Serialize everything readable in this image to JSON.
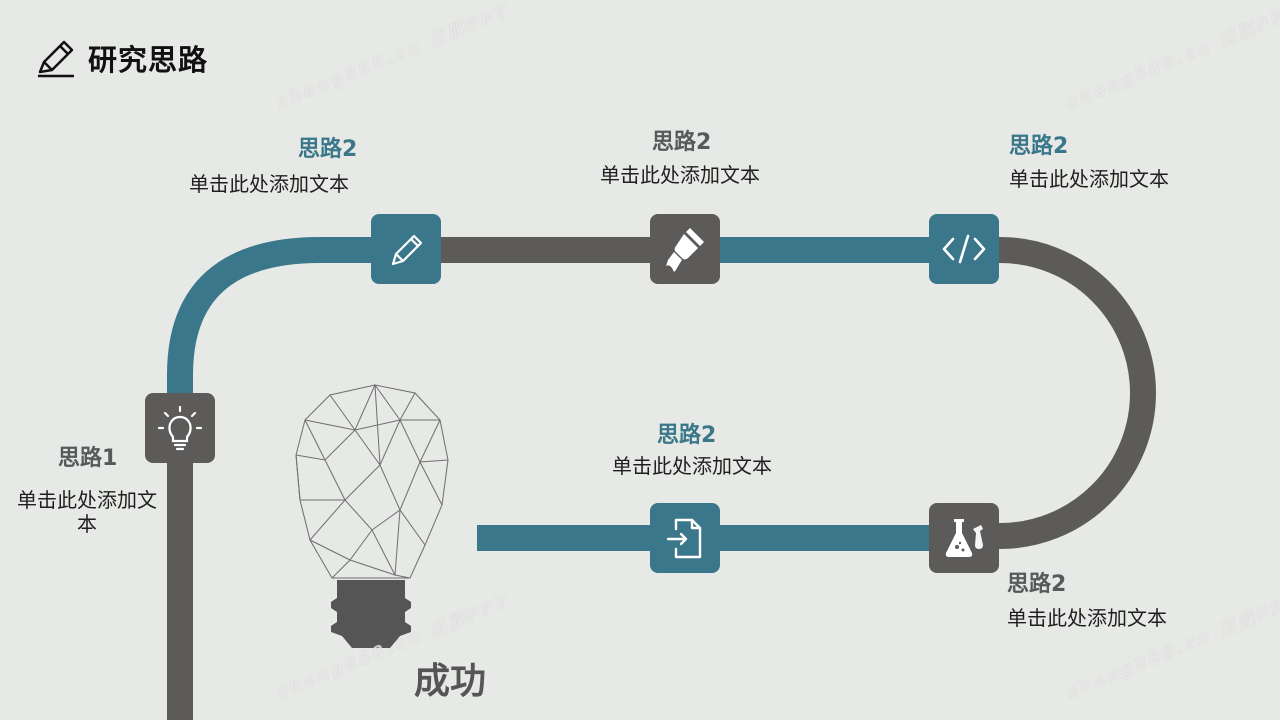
{
  "slide_title": "研究思路",
  "watermarks": [
    "zheng888.cn 正肥PPT",
    "zheng888.cn 正肥PPT",
    "zheng888.cn 正肥PPT",
    "zheng888.cn 正肥PPT"
  ],
  "steps": [
    {
      "title": "思路1",
      "text": "单击此处添加文本",
      "icon": "lightbulb-icon",
      "color": "#5c5b5a"
    },
    {
      "title": "思路2",
      "text": "单击此处添加文本",
      "icon": "pencil-icon",
      "color": "#3b778b"
    },
    {
      "title": "思路2",
      "text": "单击此处添加文本",
      "icon": "paint-brush-icon",
      "color": "#5c5b5a"
    },
    {
      "title": "思路2",
      "text": "单击此处添加文本",
      "icon": "code-icon",
      "color": "#3b778b"
    },
    {
      "title": "思路2",
      "text": "单击此处添加文本",
      "icon": "flask-icon",
      "color": "#5c5b5a"
    },
    {
      "title": "思路2",
      "text": "单击此处添加文本",
      "icon": "file-import-icon",
      "color": "#3b778b"
    }
  ],
  "result_label": "成功",
  "colors": {
    "blue": "#3b778b",
    "gray": "#5c5b5a",
    "background": "#e6e9e5"
  }
}
